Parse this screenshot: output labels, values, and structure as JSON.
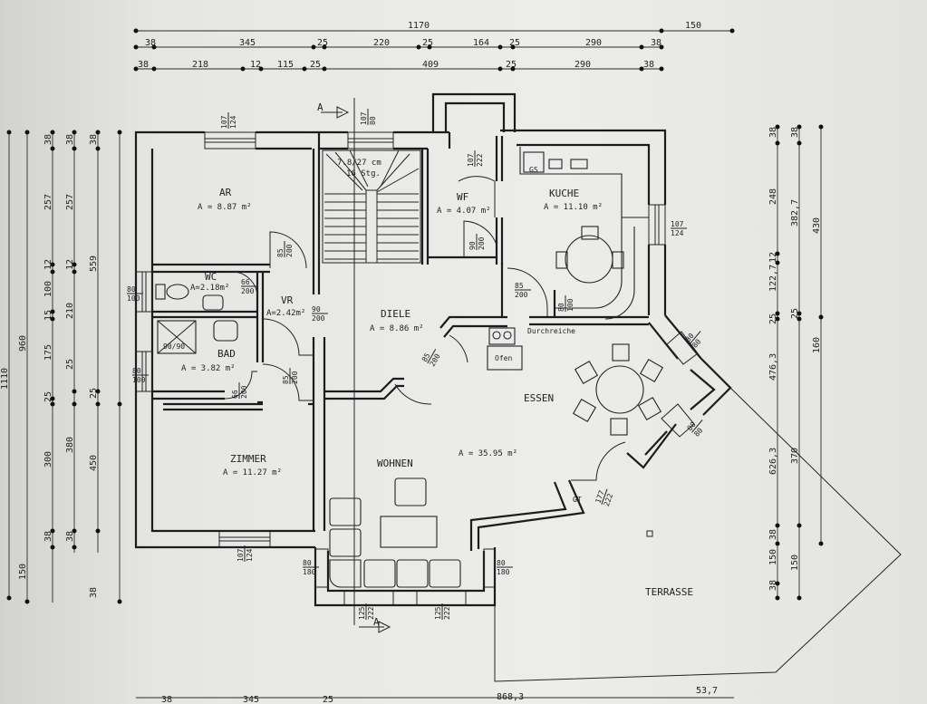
{
  "top_dims": {
    "overall": "1170",
    "overall_right": "150",
    "row1": [
      "38",
      "345",
      "25",
      "220",
      "25",
      "164",
      "25",
      "290",
      "38"
    ],
    "row2": [
      "38",
      "218",
      "12",
      "115",
      "25",
      "409",
      "25",
      "290",
      "38"
    ]
  },
  "bottom_dims": [
    "38",
    "345",
    "25",
    "868,3",
    "53,7"
  ],
  "left_dims": {
    "col1": [
      "1110"
    ],
    "col2": [
      "960",
      "150"
    ],
    "col3": [
      "38",
      "257",
      "12",
      "100",
      "15",
      "175",
      "25",
      "300",
      "38"
    ],
    "col4": [
      "38",
      "257",
      "12",
      "210",
      "25",
      "380",
      "38"
    ],
    "col5": [
      "38",
      "559",
      "25",
      "450",
      "38"
    ]
  },
  "right_dims": {
    "col1": [
      "38",
      "248",
      "12",
      "122,7",
      "25",
      "476,3",
      "626,3",
      "38",
      "150",
      "38"
    ],
    "col2": [
      "38",
      "382,7",
      "25",
      "370",
      "150"
    ],
    "col3": [
      "430",
      "160"
    ]
  },
  "rooms": {
    "ar": {
      "name": "AR",
      "area": "A = 8.87 m²"
    },
    "wc": {
      "name": "WC",
      "area": "A=2.18m²"
    },
    "bad": {
      "name": "BAD",
      "area": "A = 3.82 m²"
    },
    "zimmer": {
      "name": "ZIMMER",
      "area": "A = 11.27 m²"
    },
    "vr": {
      "name": "VR",
      "area": "A=2.42m²"
    },
    "diele": {
      "name": "DIELE",
      "area": "A = 8.86 m²"
    },
    "wf": {
      "name": "WF",
      "area": "A = 4.07 m²"
    },
    "kuche": {
      "name": "KUCHE",
      "area": "A = 11.10 m²"
    },
    "essen": {
      "name": "ESSEN"
    },
    "wohnen": {
      "name": "WOHNEN",
      "area": "A = 35.95 m²"
    },
    "terrasse": {
      "name": "TERRASSE"
    }
  },
  "stairs": {
    "line1": "7.8/27 cm",
    "line2": "16 Stg."
  },
  "labels": {
    "section_mark": "A",
    "durchreiche": "Durchreiche",
    "ofen": "Ofen",
    "gs": "GS",
    "gt": "GT",
    "shower": "90/90"
  },
  "openings": {
    "win_ar": "107\n124",
    "win_stair": "107\n80",
    "door_wf_top": "107\n222",
    "door_ar": "85\n200",
    "door_wf": "90\n200",
    "door_kuche": "85\n200",
    "win_kuche": "107\n124",
    "win_kuche_side": "80\n100",
    "win_wc": "80\n100",
    "door_wc": "66\n200",
    "door_vr": "90\n200",
    "win_bad": "80\n100",
    "door_bad": "66\n200",
    "door_zimmer": "85\n200",
    "door_diele": "85\n200",
    "door_wohnen": "85\n200",
    "win_essen1": "80\n80",
    "win_essen2": "80\n80",
    "door_terrasse": "177\n222",
    "win_zimmer": "107\n124",
    "win_wohnen_l": "80\n180",
    "win_wohnen_r": "80\n180",
    "win_bottom1": "125\n222",
    "win_bottom2": "125\n222"
  }
}
